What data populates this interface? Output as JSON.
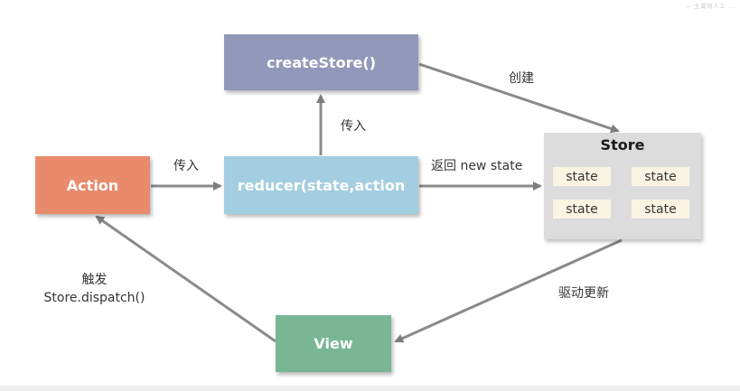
{
  "nodes": {
    "create_store": "createStore()",
    "action": "Action",
    "reducer": "reducer(state,action",
    "view": "View"
  },
  "store": {
    "title": "Store",
    "states": [
      "state",
      "state",
      "state",
      "state"
    ]
  },
  "edges": {
    "create_to_store": "创建",
    "reducer_to_create": "传入",
    "action_to_reducer": "传入",
    "reducer_to_store": "返回 new state",
    "store_to_view": "驱动更新",
    "view_to_action_line1": "触发",
    "view_to_action_line2": "Store.dispatch()"
  },
  "watermark": "— 主要网人工 ..."
}
